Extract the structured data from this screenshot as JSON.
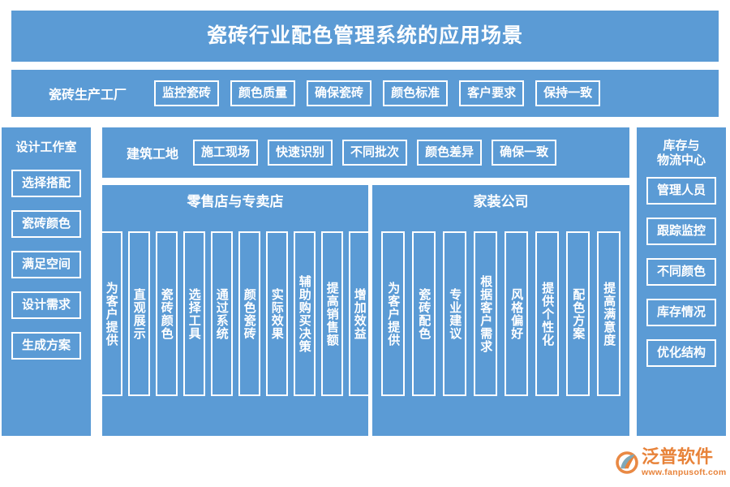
{
  "page": {
    "title": "瓷砖行业配色管理系统的应用场景",
    "accent_color": "#5B9BD5",
    "chip_border_color": "#FFFFFF",
    "text_color": "#FFFFFF"
  },
  "factory_row": {
    "label": "瓷砖生产工厂",
    "chips": [
      "监控瓷砖",
      "颜色质量",
      "确保瓷砖",
      "颜色标准",
      "客户要求",
      "保持一致"
    ]
  },
  "site_row": {
    "label": "建筑工地",
    "chips": [
      "施工现场",
      "快速识别",
      "不同批次",
      "颜色差异",
      "确保一致"
    ]
  },
  "left_sidebar": {
    "title": "设计工作室",
    "items": [
      "选择搭配",
      "瓷砖颜色",
      "满足空间",
      "设计需求",
      "生成方案"
    ]
  },
  "right_sidebar": {
    "title": "库存与\n物流中心",
    "title_line1": "库存与",
    "title_line2": "物流中心",
    "items": [
      "管理人员",
      "跟踪监控",
      "不同颜色",
      "库存情况",
      "优化结构"
    ]
  },
  "retail_panel": {
    "title": "零售店与专卖店",
    "items": [
      "为客户提供",
      "直观展示",
      "瓷砖颜色",
      "选择工具",
      "通过系统",
      "颜色瓷砖",
      "实际效果",
      "辅助购买决策",
      "提高销售额",
      "增加效益"
    ]
  },
  "decor_panel": {
    "title": "家装公司",
    "items": [
      "为客户提供",
      "瓷砖配色",
      "专业建议",
      "根据客户需求",
      "风格偏好",
      "提供个性化",
      "配色方案",
      "提高满意度"
    ]
  },
  "logo": {
    "name": "泛普软件",
    "url": "www.fanpusoft.com",
    "color": "#E8833A",
    "mark_color_primary": "#E8833A",
    "mark_color_secondary": "#7FA8B8"
  }
}
